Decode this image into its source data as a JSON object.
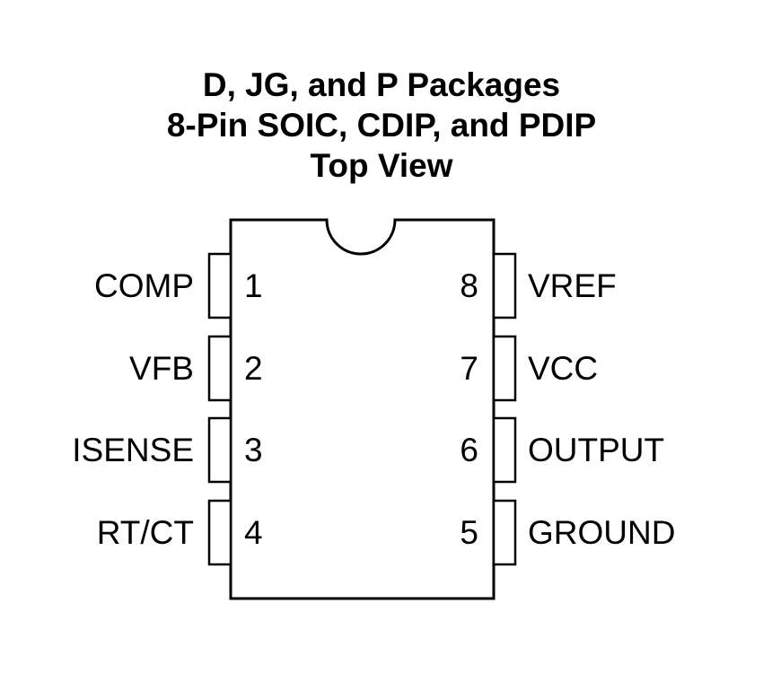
{
  "title": {
    "line1": "D, JG, and P Packages",
    "line2": "8-Pin SOIC, CDIP, and PDIP",
    "line3": "Top View"
  },
  "pins": [
    {
      "number": "1",
      "name": "COMP",
      "side": "left"
    },
    {
      "number": "2",
      "name": "VFB",
      "side": "left"
    },
    {
      "number": "3",
      "name": "ISENSE",
      "side": "left"
    },
    {
      "number": "4",
      "name": "RT/CT",
      "side": "left"
    },
    {
      "number": "8",
      "name": "VREF",
      "side": "right"
    },
    {
      "number": "7",
      "name": "VCC",
      "side": "right"
    },
    {
      "number": "6",
      "name": "OUTPUT",
      "side": "right"
    },
    {
      "number": "5",
      "name": "GROUND",
      "side": "right"
    }
  ]
}
